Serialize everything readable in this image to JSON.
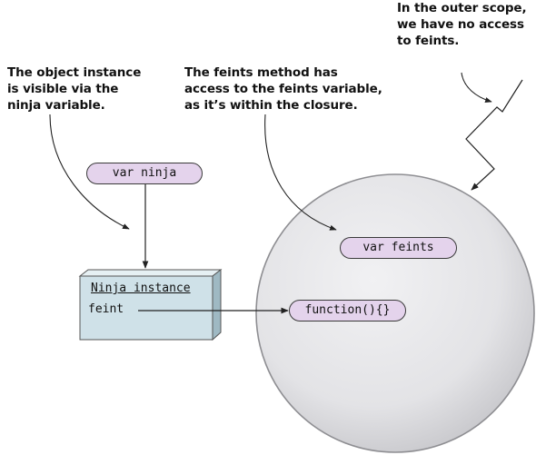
{
  "annotations": {
    "object_instance": "The object instance\nis visible via the\nninja variable.",
    "feints_method": "The feints method has\naccess to the feints variable,\nas it’s within the closure.",
    "outer_scope": "In the outer scope,\nwe have no access\nto feints."
  },
  "nodes": {
    "var_ninja": "var ninja",
    "var_feints": "var feints",
    "function_literal": "function(){}",
    "ninja_instance": {
      "title": "Ninja instance",
      "field": "feint"
    }
  },
  "colors": {
    "pill_fill": "#e4d3ec",
    "box_fill": "#cfe1e8",
    "closure_fill": "#e2e2e5"
  }
}
